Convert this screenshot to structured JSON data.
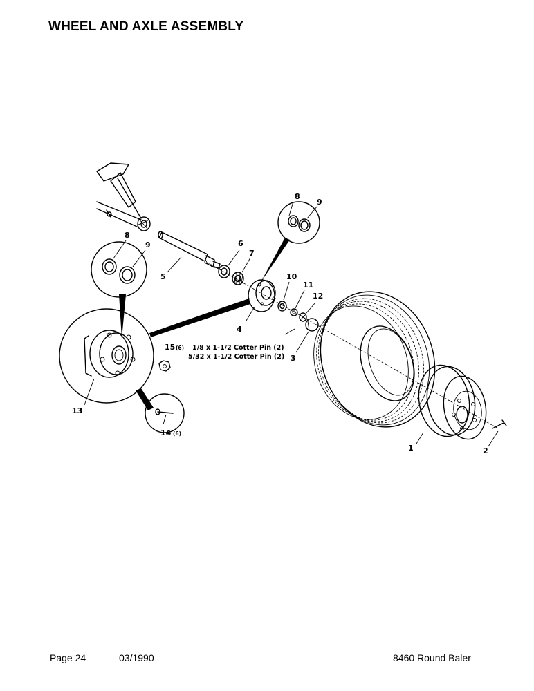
{
  "page_title": "WHEEL AND AXLE ASSEMBLY",
  "footer": {
    "page": "Page 24",
    "date": "03/1990",
    "model": "8460 Round Baler"
  },
  "callouts": {
    "c1": "1",
    "c2": "2",
    "c3": "3",
    "c4": "4",
    "c5": "5",
    "c6": "6",
    "c7": "7",
    "c8a": "8",
    "c9a": "9",
    "c8b": "8",
    "c9b": "9",
    "c10": "10",
    "c11": "11",
    "c12": "12",
    "c13": "13",
    "c14": "14",
    "c14_qty": "(6)",
    "c15": "15",
    "c15_qty": "(6)"
  },
  "notes": {
    "cotter_pin_1": "1/8 x 1-1/2 Cotter Pin (2)",
    "cotter_pin_2": "5/32 x 1-1/2 Cotter Pin (2)"
  }
}
